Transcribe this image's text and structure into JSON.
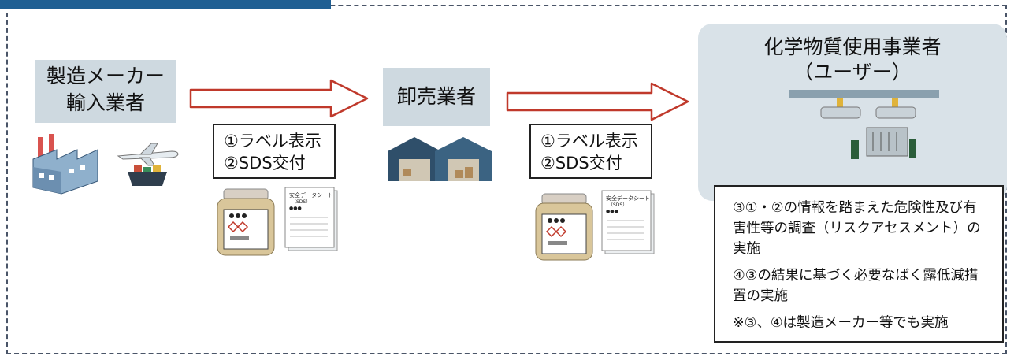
{
  "nodes": {
    "manufacturer": {
      "line1": "製造メーカー",
      "line2": "輸入業者"
    },
    "wholesaler": {
      "label": "卸売業者"
    },
    "user": {
      "line1": "化学物質使用事業者",
      "line2": "（ユーザー）"
    }
  },
  "labels": {
    "first": {
      "line1": "①ラベル表示",
      "line2": "②SDS交付"
    },
    "second": {
      "line1": "①ラベル表示",
      "line2": "②SDS交付"
    }
  },
  "sheet": {
    "title": "安全データシート",
    "sub": "（SDS）",
    "dots": "●●●"
  },
  "notes": {
    "item3": "③①・②の情報を踏まえた危険性及び有害性等の調査（リスクアセスメント）の実施",
    "item4": "④③の結果に基づく必要なばく露低減措置の実施",
    "footnote": "※③、④は製造メーカー等でも実施"
  },
  "icons": [
    "factory-icon",
    "airplane-icon",
    "ship-icon",
    "warehouse-icon",
    "chemical-bottle-icon",
    "sds-document-icon",
    "workshop-icon"
  ],
  "colors": {
    "box": "#ced9e0",
    "user_box": "#d9e2e8",
    "tab": "#1f5f93",
    "arrow": "#c0392b"
  }
}
